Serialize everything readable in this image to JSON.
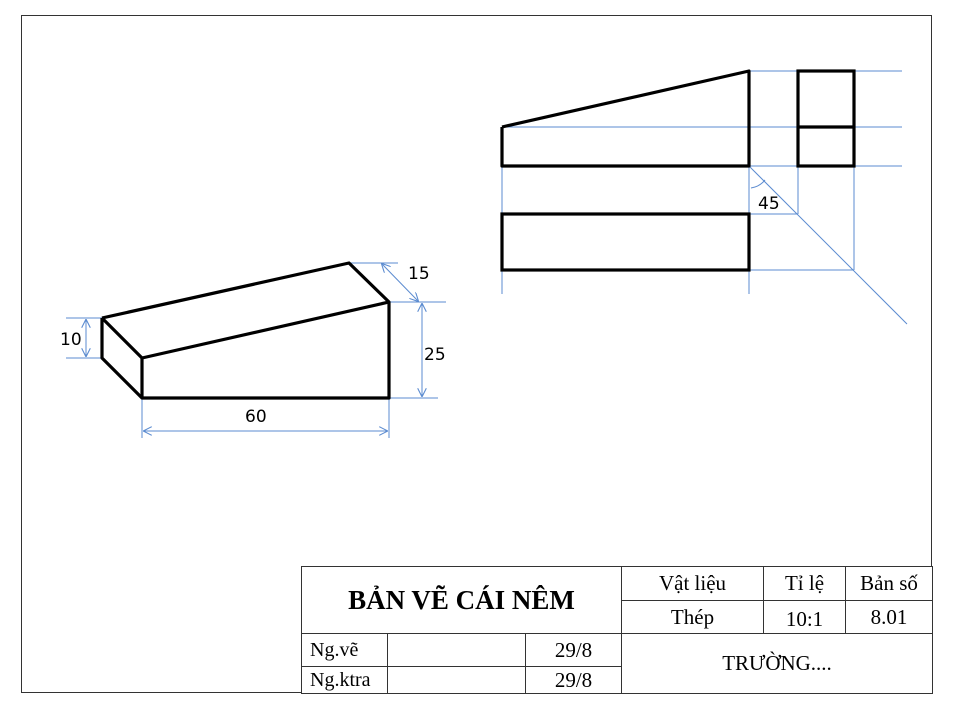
{
  "drawing": {
    "title": "BẢN VẼ CÁI NÊM",
    "isometric_dimensions": {
      "height_left": "10",
      "depth": "15",
      "height_right": "25",
      "length": "60"
    },
    "projection_angle_label": "45"
  },
  "title_block": {
    "title": "BẢN VẼ CÁI NÊM",
    "headers": {
      "material": "Vật liệu",
      "scale": "Tỉ lệ",
      "sheet_no": "Bản số"
    },
    "values": {
      "material": "Thép",
      "scale": "10:1",
      "sheet_no": "8.01"
    },
    "rows": [
      {
        "label": "Ng.vẽ",
        "name": "",
        "date": "29/8"
      },
      {
        "label": "Ng.ktra",
        "name": "",
        "date": "29/8"
      }
    ],
    "school": "TRƯỜNG...."
  },
  "colors": {
    "outline": "#000000",
    "construction": "#5b8bd0",
    "frame": "#333333"
  }
}
